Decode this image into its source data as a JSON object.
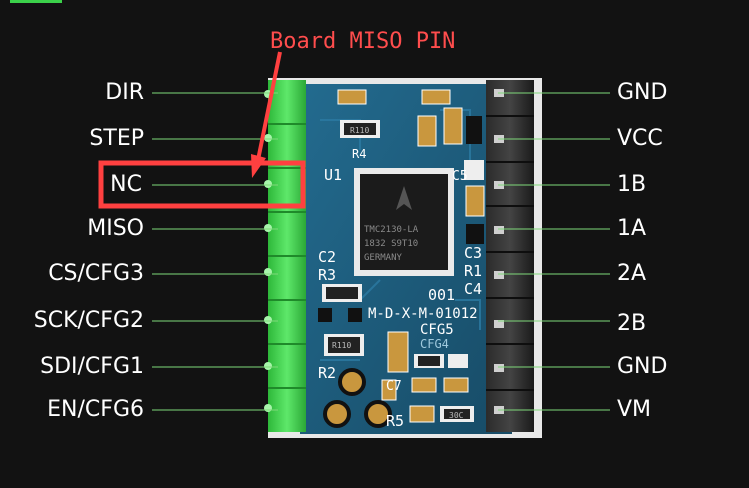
{
  "annotation": {
    "text": "Board MISO  PIN",
    "color": "#ff4d4d"
  },
  "left_pins": [
    "DIR",
    "STEP",
    "NC",
    "MISO",
    "CS/CFG3",
    "SCK/CFG2",
    "SDI/CFG1",
    "EN/CFG6"
  ],
  "right_pins": [
    "GND",
    "VCC",
    "1B",
    "1A",
    "2A",
    "2B",
    "GND",
    "VM"
  ],
  "chip": {
    "line1": "TMC2130-LA",
    "line2": "1832  S9T10",
    "line3": "GERMANY"
  },
  "silkscreen": {
    "u1": "U1",
    "c2": "C2",
    "r3": "R3",
    "r2": "R2",
    "c3": "C3",
    "r1": "R1",
    "c4": "C4",
    "c5": "C5",
    "c7": "C7",
    "r4": "R4",
    "r5": "R5",
    "id": "001",
    "model": "M-D-X-M-01012",
    "cfg5": "CFG5",
    "cfg4": "CFG4",
    "res_r110_a": "R110",
    "res_r110_b": "R110",
    "res_30c": "30C"
  },
  "colors": {
    "board": "#1d5a7a",
    "header_green": "#3fcf4a",
    "connector_black": "#1a1a1a",
    "leader_line": "#7fd97a",
    "highlight_box": "#ff4040"
  }
}
